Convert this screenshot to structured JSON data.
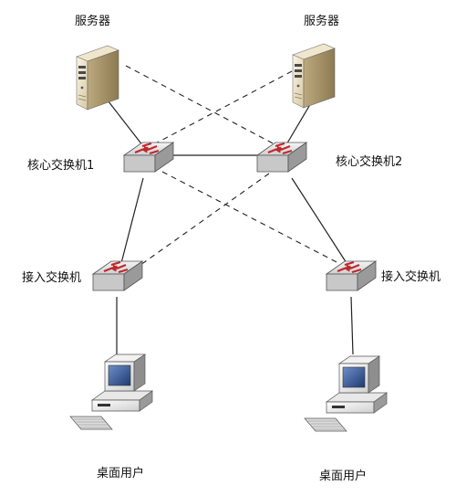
{
  "labels": {
    "server_left": "服务器",
    "server_right": "服务器",
    "core_switch_1": "核心交换机1",
    "core_switch_2": "核心交换机2",
    "access_switch_left": "接入交换机",
    "access_switch_right": "接入交换机",
    "desktop_user_left": "桌面用户",
    "desktop_user_right": "桌面用户"
  },
  "links": {
    "solid": [
      [
        "server_left",
        "core_switch_1"
      ],
      [
        "server_right",
        "core_switch_2"
      ],
      [
        "core_switch_1",
        "core_switch_2"
      ],
      [
        "core_switch_1",
        "access_switch_left"
      ],
      [
        "core_switch_2",
        "access_switch_right"
      ],
      [
        "access_switch_left",
        "desktop_user_left"
      ],
      [
        "access_switch_right",
        "desktop_user_right"
      ]
    ],
    "dashed": [
      [
        "server_left",
        "core_switch_2"
      ],
      [
        "server_right",
        "core_switch_1"
      ],
      [
        "core_switch_1",
        "access_switch_right"
      ],
      [
        "core_switch_2",
        "access_switch_left"
      ]
    ]
  },
  "colors": {
    "switch_body": "#dcdcdc",
    "switch_arrow": "#c0282d",
    "server_body": "#f0e4c8",
    "monitor_screen": "#2e4f8e",
    "link": "#222222"
  }
}
